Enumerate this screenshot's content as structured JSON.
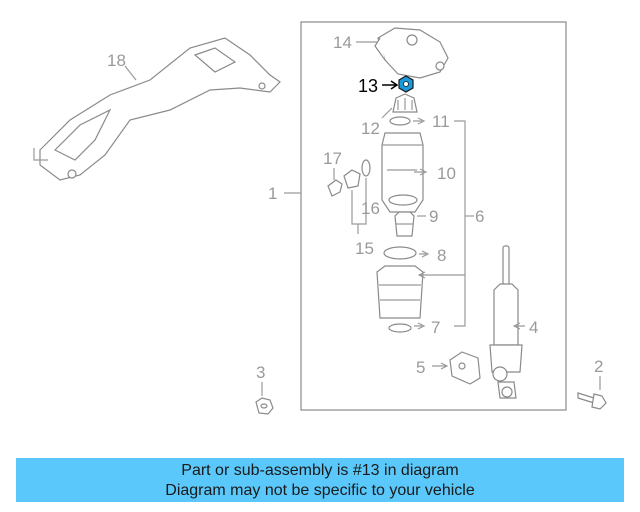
{
  "diagram": {
    "callouts": {
      "c1": "1",
      "c2": "2",
      "c3": "3",
      "c4": "4",
      "c5": "5",
      "c6": "6",
      "c7": "7",
      "c8": "8",
      "c9": "9",
      "c10": "10",
      "c11": "11",
      "c12": "12",
      "c13": "13",
      "c14": "14",
      "c15": "15",
      "c16": "16",
      "c17": "17",
      "c18": "18"
    },
    "highlight_part": "13",
    "colors": {
      "line": "#8a8a8a",
      "text": "#9a9a9a",
      "highlight": "#1a9bd7",
      "banner": "#5ac8fa"
    }
  },
  "banner": {
    "line1": "Part or sub-assembly is #13 in diagram",
    "line2": "Diagram may not be specific to your vehicle"
  }
}
